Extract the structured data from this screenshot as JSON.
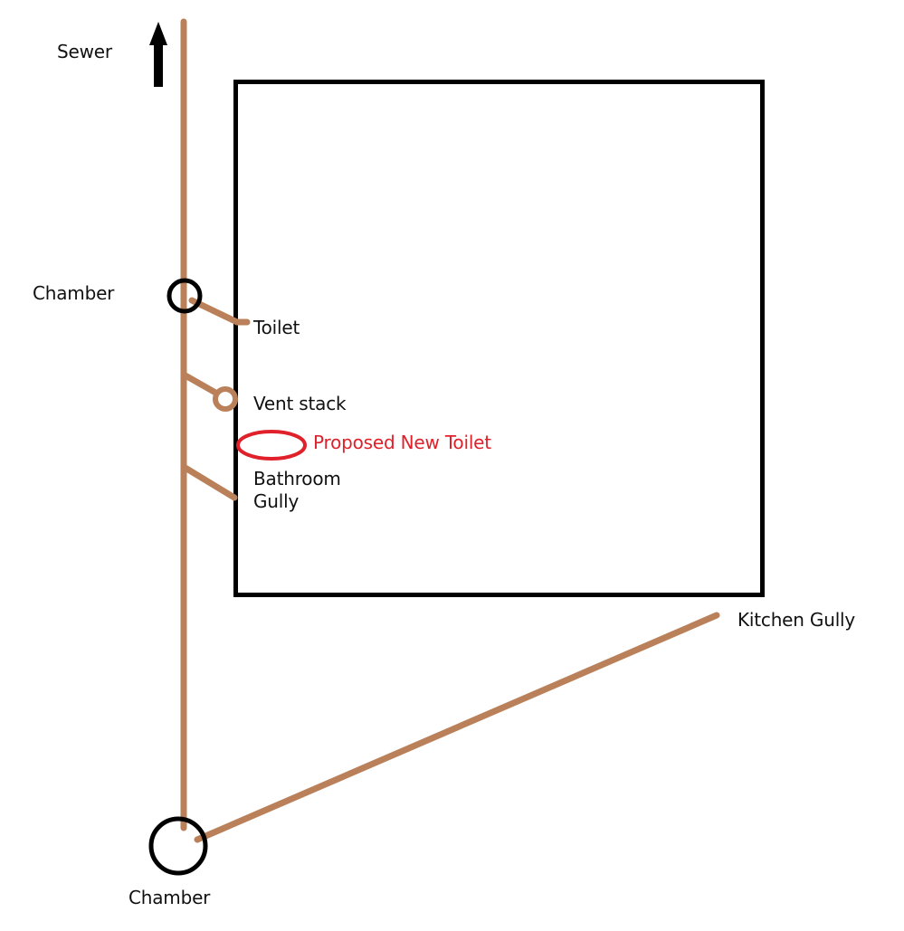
{
  "diagram": {
    "title": "Drainage layout sketch",
    "colors": {
      "pipe": "#B9805A",
      "outline": "#000000",
      "proposed": "#E0202A",
      "text": "#111111"
    },
    "labels": {
      "sewer": "Sewer",
      "chamber_top": "Chamber",
      "toilet": "Toilet",
      "vent_stack": "Vent stack",
      "proposed_new_toilet": "Proposed New Toilet",
      "bathroom_gully_line1": "Bathroom",
      "bathroom_gully_line2": "Gully",
      "kitchen_gully": "Kitchen Gully",
      "chamber_bottom": "Chamber"
    },
    "icons": {
      "flow_direction": "arrow-up-icon"
    }
  }
}
